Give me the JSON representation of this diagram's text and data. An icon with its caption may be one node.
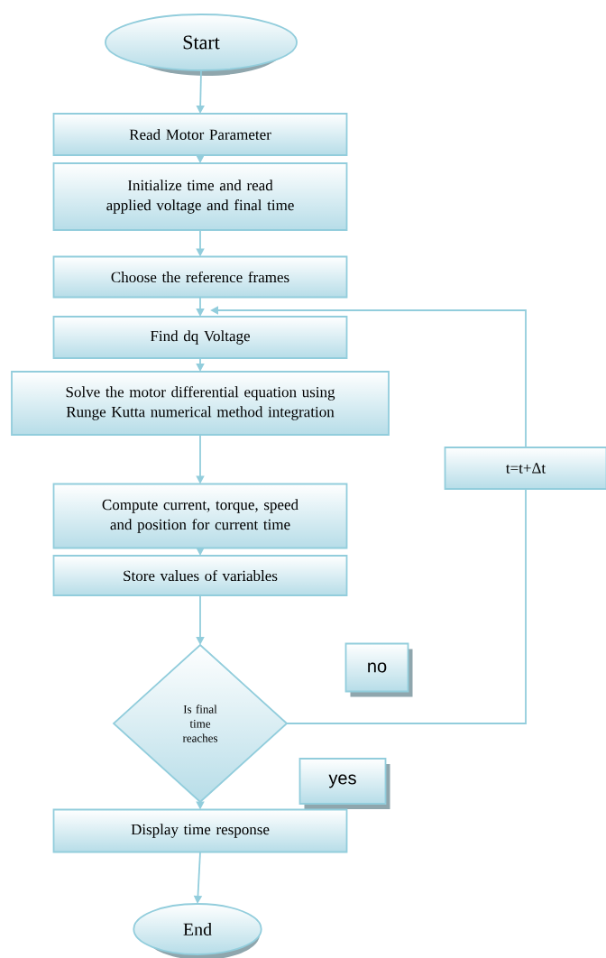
{
  "diagram": {
    "nodes": [
      {
        "text": [
          "Start"
        ]
      },
      {
        "text": [
          "Read Motor Parameter"
        ]
      },
      {
        "text": [
          "Initialize time and read applied voltage and final time"
        ]
      },
      {
        "text": [
          "Choose the reference frames"
        ]
      },
      {
        "text": [
          "Find dq Voltage"
        ]
      },
      {
        "text": [
          "Solve the motor differential equation using Runge Kutta numerical method integration"
        ]
      },
      {
        "text": [
          "t=t+Δt"
        ]
      },
      {
        "text": [
          "Compute current, torque, speed and position for current time"
        ]
      },
      {
        "text": [
          "Store values of variables"
        ]
      },
      {
        "text": [
          "no"
        ]
      },
      {
        "text": [
          "Is final time reaches"
        ]
      },
      {
        "text": [
          "yes"
        ]
      },
      {
        "text": [
          "Display time response"
        ]
      },
      {
        "text": [
          "End"
        ]
      }
    ],
    "edges": [
      {
        "from": 0,
        "to": 1,
        "arrow": "to"
      },
      {
        "from": 1,
        "to": 2,
        "arrow": "to"
      },
      {
        "from": 2,
        "to": 3,
        "arrow": "to"
      },
      {
        "from": 3,
        "to": 4,
        "arrow": "to"
      },
      {
        "from": 4,
        "to": 5,
        "arrow": "to"
      },
      {
        "from": 5,
        "to": 7,
        "arrow": "to"
      },
      {
        "from": 7,
        "to": 8,
        "arrow": "to"
      },
      {
        "from": 8,
        "to": 10,
        "arrow": "to"
      },
      {
        "from": 10,
        "to": 6,
        "arrow": "none"
      },
      {
        "from": 6,
        "to": 4,
        "arrow": "to"
      },
      {
        "from": 10,
        "to": 12,
        "arrow": "to"
      },
      {
        "from": 12,
        "to": 13,
        "arrow": "to"
      }
    ]
  }
}
